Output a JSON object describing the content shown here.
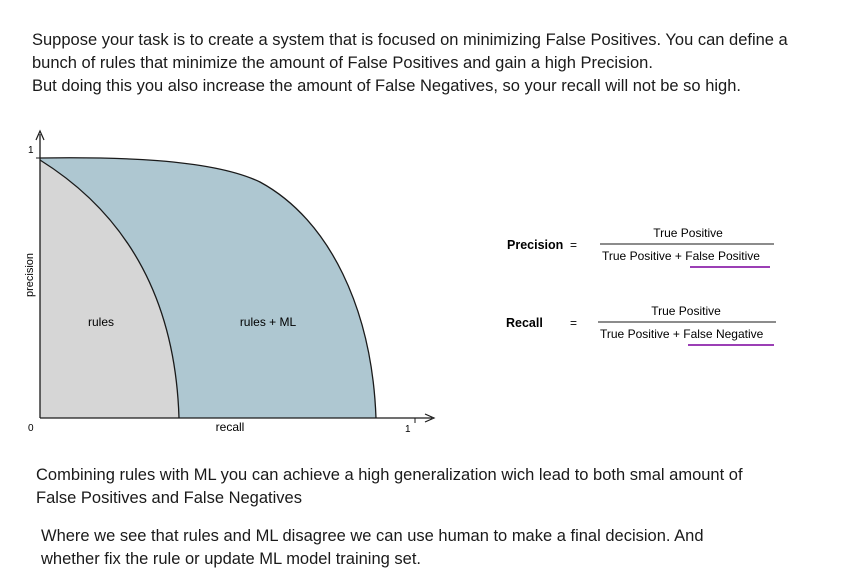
{
  "intro": {
    "lines": [
      "Suppose your task is to create a system that is focused on minimizing False Positives. You can define a",
      "bunch of rules that minimize the amount of False Positives and gain a high Precision.",
      "But doing this you also increase the amount of False Negatives, so your recall will not be so high."
    ]
  },
  "diagram": {
    "y_axis_label": "precision",
    "x_axis_label": "recall",
    "y_max_tick": "1",
    "x_max_tick": "1",
    "origin_tick": "0",
    "region_rules_label": "rules",
    "region_ml_label": "rules + ML",
    "colors": {
      "rules_fill": "#d6d6d6",
      "ml_fill": "#aec7d1",
      "curve": "#1a1a1a",
      "underline": "#9b3fb5"
    }
  },
  "formulas": {
    "precision": {
      "name": "Precision",
      "equals": "=",
      "numerator": "True Positive",
      "denominator_a": "True Positive + ",
      "denominator_b": "False Positive"
    },
    "recall": {
      "name": "Recall",
      "equals": "=",
      "numerator": "True Positive",
      "denominator_a": "True Positive + ",
      "denominator_b": "False Negative"
    }
  },
  "combining": {
    "lines": [
      "Combining rules with ML you can achieve a high generalization wich lead to both smal amount of",
      "False Positives and False Negatives"
    ]
  },
  "disagree": {
    "lines": [
      "Where we see that rules and ML disagree we can use human to make a final decision. And",
      "whether fix the rule or update ML model training set."
    ]
  }
}
